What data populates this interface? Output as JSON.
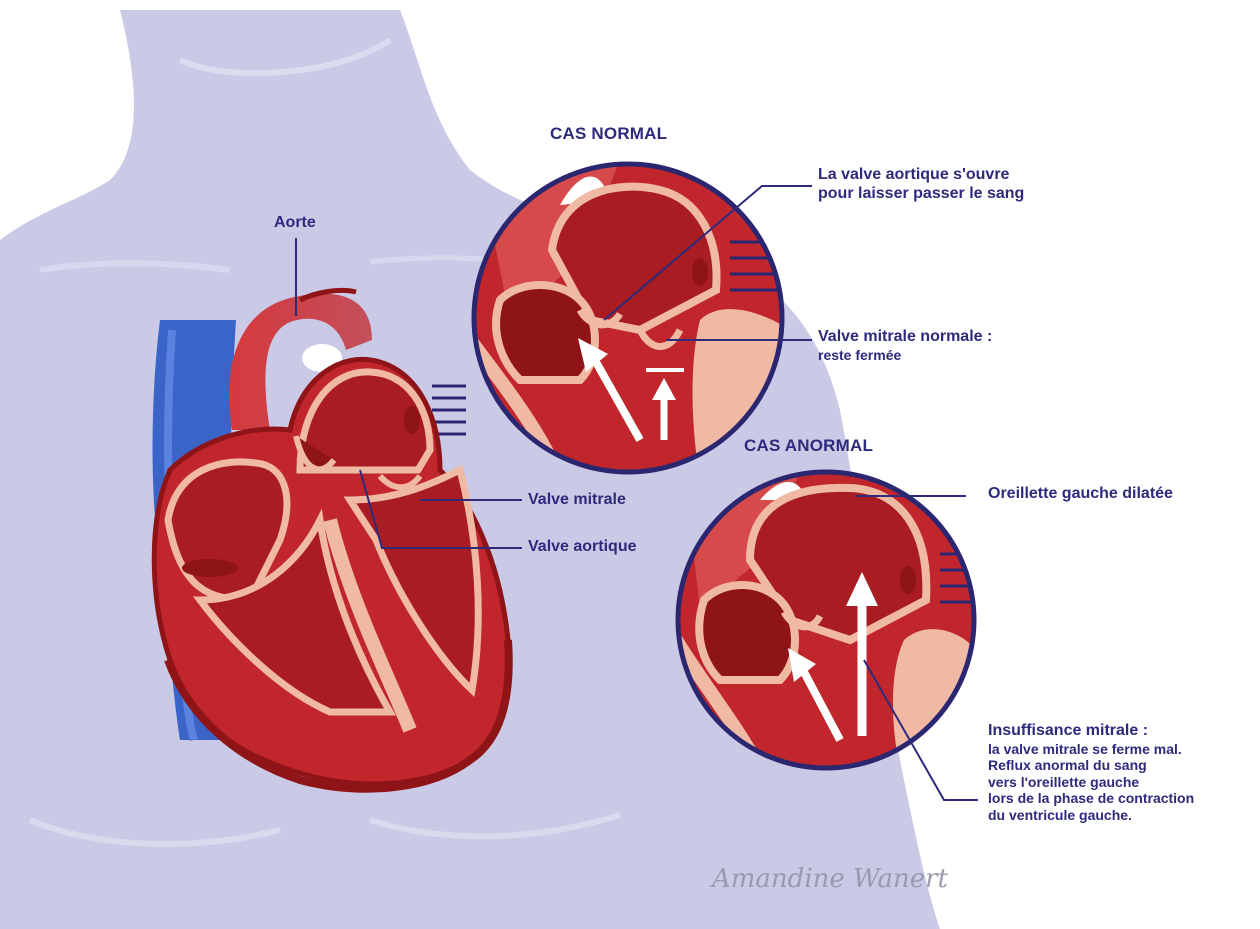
{
  "labels": {
    "aorte": "Aorte",
    "valve_mitrale": "Valve mitrale",
    "valve_aortique": "Valve aortique",
    "cas_normal": "CAS NORMAL",
    "cas_anormal": "CAS ANORMAL",
    "aortic_open_line1": "La valve aortique s'ouvre",
    "aortic_open_line2": "pour laisser passer le sang",
    "mitral_normal_line1": "Valve mitrale normale :",
    "mitral_normal_line2": "reste fermée",
    "oreillette": "Oreillette gauche dilatée",
    "insuff_title": "Insuffisance mitrale :",
    "insuff_lines": [
      "la valve mitrale se ferme mal.",
      "Reflux anormal du sang",
      "vers l'oreillette gauche",
      "lors de la phase de contraction",
      "du ventricule gauche."
    ],
    "signature": "Amandine Wanert"
  },
  "colors": {
    "body_silhouette": "#c9c9e6",
    "heart_red": "#c0262b",
    "heart_dark": "#8f1418",
    "heart_inner": "#a81c22",
    "heart_pink": "#f0b9a4",
    "vein_blue": "#3a64c8",
    "circle_border": "#2a2670",
    "text": "#2e2a7c",
    "arrow": "#ffffff"
  }
}
